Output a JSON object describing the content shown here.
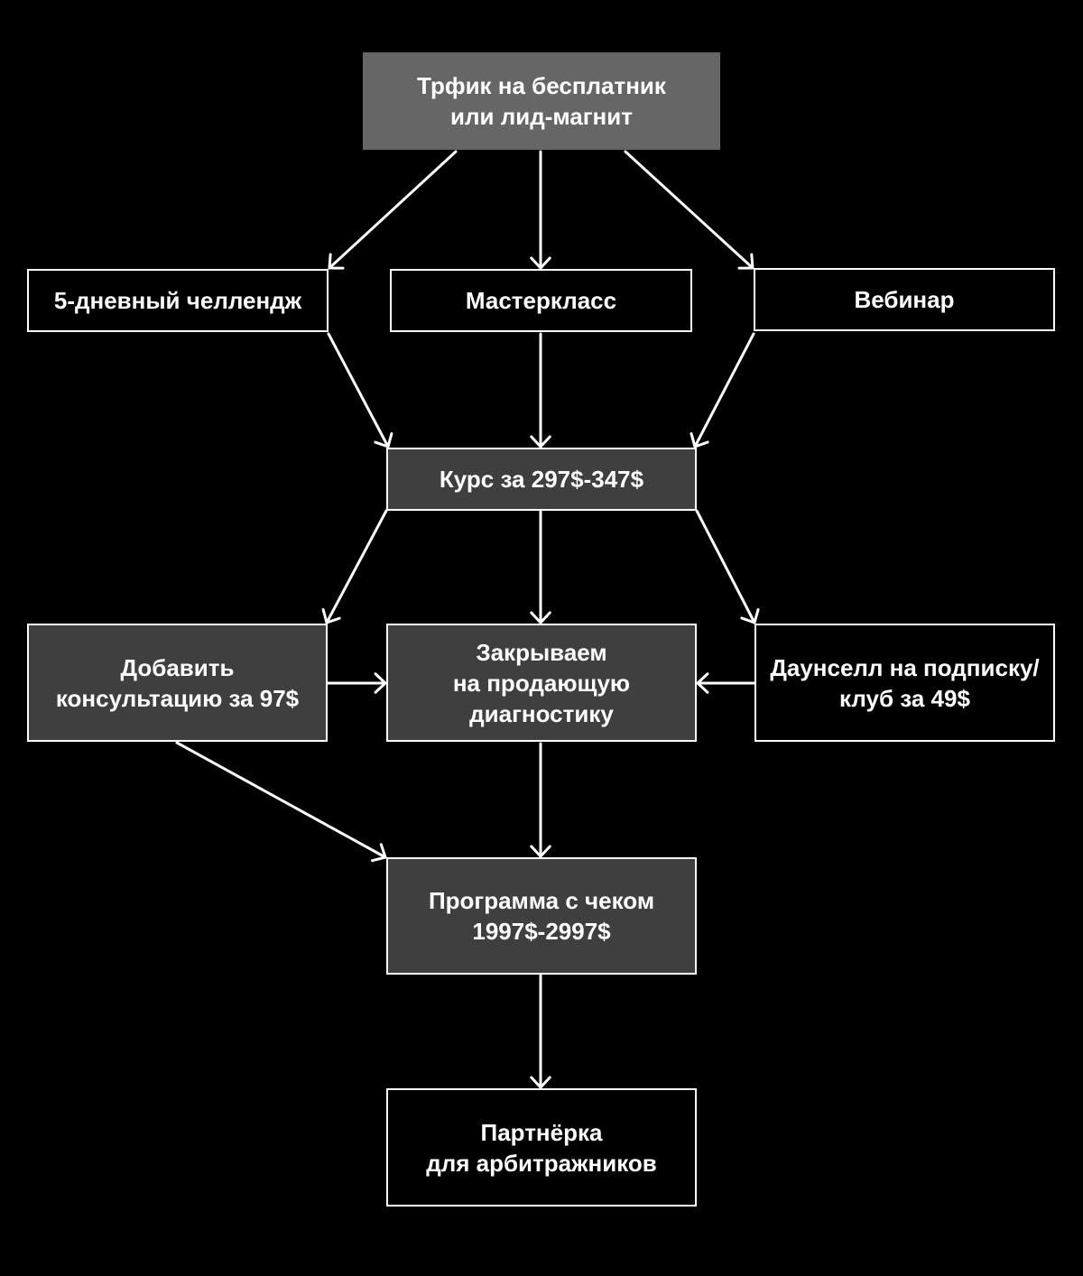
{
  "colors": {
    "background": "#000000",
    "line": "#ffffff",
    "top_fill": "#666666",
    "filled_box": "#3f3f3f",
    "text": "#ffffff"
  },
  "nodes": {
    "traffic": "Трфик на бесплатник\nили лид-магнит",
    "challenge": "5-дневный челлендж",
    "masterclass": "Мастеркласс",
    "webinar": "Вебинар",
    "course": "Курс за 297$-347$",
    "consultation": "Добавить\nконсультацию за 97$",
    "diagnostic": "Закрываем\nна продающую\nдиагностику",
    "downsell": "Даунселл на подписку/\nклуб за 49$",
    "program": "Программа с чеком\n1997$-2997$",
    "affiliate": "Партнёрка\nдля арбитражников"
  },
  "edges": [
    {
      "from": "traffic",
      "to": "challenge"
    },
    {
      "from": "traffic",
      "to": "masterclass"
    },
    {
      "from": "traffic",
      "to": "webinar"
    },
    {
      "from": "challenge",
      "to": "course"
    },
    {
      "from": "masterclass",
      "to": "course"
    },
    {
      "from": "webinar",
      "to": "course"
    },
    {
      "from": "course",
      "to": "consultation"
    },
    {
      "from": "course",
      "to": "diagnostic"
    },
    {
      "from": "course",
      "to": "downsell"
    },
    {
      "from": "consultation",
      "to": "diagnostic"
    },
    {
      "from": "downsell",
      "to": "diagnostic"
    },
    {
      "from": "consultation",
      "to": "program"
    },
    {
      "from": "diagnostic",
      "to": "program"
    },
    {
      "from": "program",
      "to": "affiliate"
    }
  ]
}
